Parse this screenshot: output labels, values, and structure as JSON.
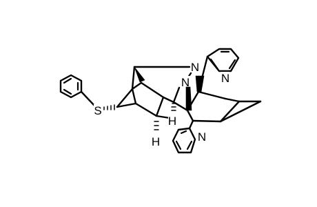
{
  "structure": {
    "atoms": {
      "s": "S",
      "n_upper": "N",
      "n_lower": "N",
      "n_pyridine_top": "N",
      "n_pyridine_bottom": "N",
      "h_upper": "H",
      "h_lower": "H"
    },
    "colors": {
      "line": "#000000",
      "background": "#ffffff"
    }
  }
}
